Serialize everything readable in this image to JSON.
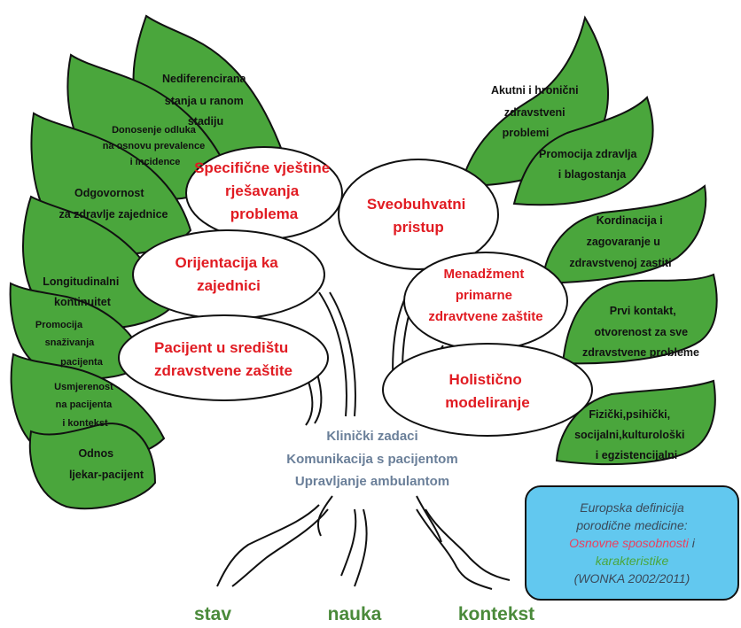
{
  "leaves_left": [
    {
      "id": "nediferencirana",
      "lines": [
        "Nediferencirana",
        "stanja u ranom",
        "stadiju"
      ]
    },
    {
      "id": "donosenje",
      "lines": [
        "Donosenje odluka",
        "na osnovu prevalence",
        "i incidence"
      ]
    },
    {
      "id": "odgovornost",
      "lines": [
        "Odgovornost",
        "za zdravlje zajednice"
      ]
    },
    {
      "id": "longitudinalni",
      "lines": [
        "Longitudinalni",
        "kontinuitet"
      ]
    },
    {
      "id": "promocija-snazivanja",
      "lines": [
        "Promocija",
        "snaživanja",
        "pacijenta"
      ]
    },
    {
      "id": "usmjerenost",
      "lines": [
        "Usmjerenost",
        "na pacijenta",
        "i kontekst"
      ]
    },
    {
      "id": "odnos",
      "lines": [
        "Odnos",
        "ljekar-pacijent"
      ]
    }
  ],
  "leaves_right": [
    {
      "id": "akutni",
      "lines": [
        "Akutni i hronični",
        "zdravstveni",
        "problemi"
      ]
    },
    {
      "id": "promocija-zdravlja",
      "lines": [
        "Promocija zdravlja",
        "i blagostanja"
      ]
    },
    {
      "id": "kordinacija",
      "lines": [
        "Kordinacija i",
        "zagovaranje u",
        "zdravstvenoj zastiti"
      ]
    },
    {
      "id": "prvi-kontakt",
      "lines": [
        "Prvi kontakt,",
        "otvorenost za sve",
        "zdravstvene probleme"
      ]
    },
    {
      "id": "fizicki",
      "lines": [
        "Fizički,psihički,",
        "socijalni,kulturološki",
        "i egzistencijalni"
      ]
    }
  ],
  "ovals": [
    {
      "id": "specificne",
      "lines": [
        "Specifične vještine",
        "rješavanja",
        "problema"
      ]
    },
    {
      "id": "sveobuhvatni",
      "lines": [
        "Sveobuhvatni",
        "pristup"
      ]
    },
    {
      "id": "orijentacija",
      "lines": [
        "Orijentacija ka",
        "zajednici"
      ]
    },
    {
      "id": "menadzment",
      "lines": [
        "Menadžment",
        "primarne",
        "zdravtvene zaštite"
      ]
    },
    {
      "id": "pacijent",
      "lines": [
        "Pacijent u središtu",
        "zdravstvene zaštite"
      ]
    },
    {
      "id": "holisticno",
      "lines": [
        "Holistično",
        "modeliranje"
      ]
    }
  ],
  "trunk": {
    "line1": "Klinički zadaci",
    "line2": "Komunikacija s pacijentom",
    "line3": "Upravljanje ambulantom"
  },
  "roots": {
    "stav": "stav",
    "nauka": "nauka",
    "kontekst": "kontekst"
  },
  "definition_box": {
    "line1": "Europska definicija",
    "line2": "porodične medicine:",
    "red_text": "Osnovne sposobnosti",
    "connector": " i",
    "green_text": "karakteristike",
    "citation": "(WONKA 2002/2011)"
  },
  "colors": {
    "leaf": "#4aa63c",
    "oval_text": "#e11b22",
    "trunk_text": "#6a7f99",
    "root_text": "#4a8a3a",
    "box_bg": "#62c8ef"
  }
}
